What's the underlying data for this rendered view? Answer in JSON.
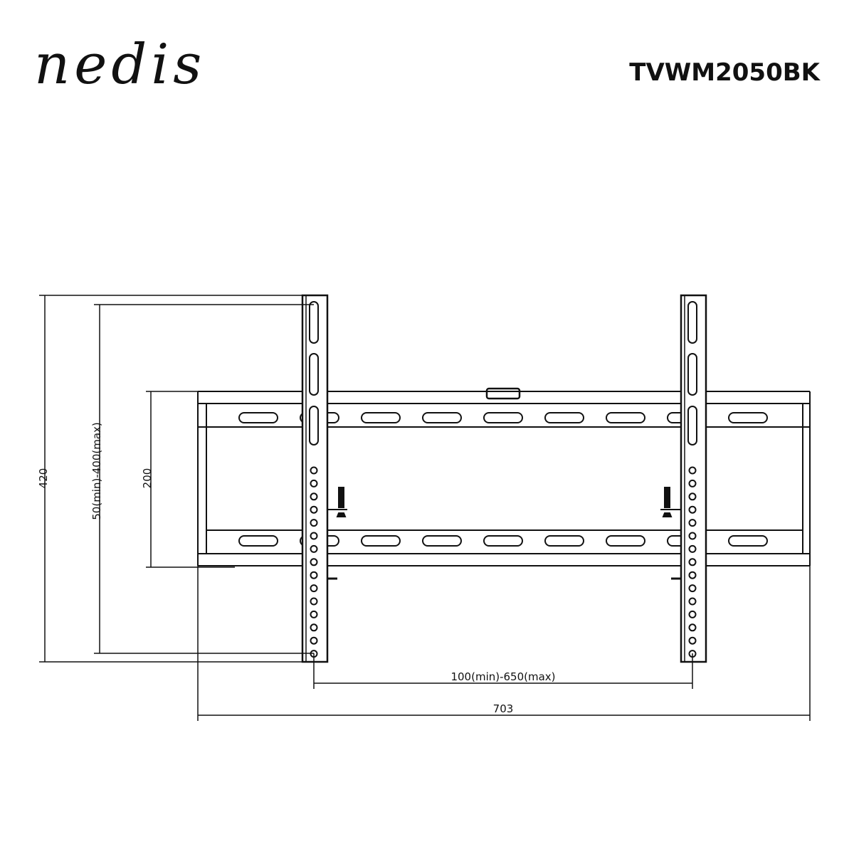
{
  "header": {
    "logo": "nedis",
    "model": "TVWM2050BK"
  },
  "dimensions": {
    "total_height": "420",
    "vertical_vesa": "50(min)-400(max)",
    "frame_height": "200",
    "horizontal_vesa": "100(min)-650(max)",
    "total_width": "703"
  },
  "colors": {
    "line": "#111111",
    "background": "#ffffff"
  }
}
